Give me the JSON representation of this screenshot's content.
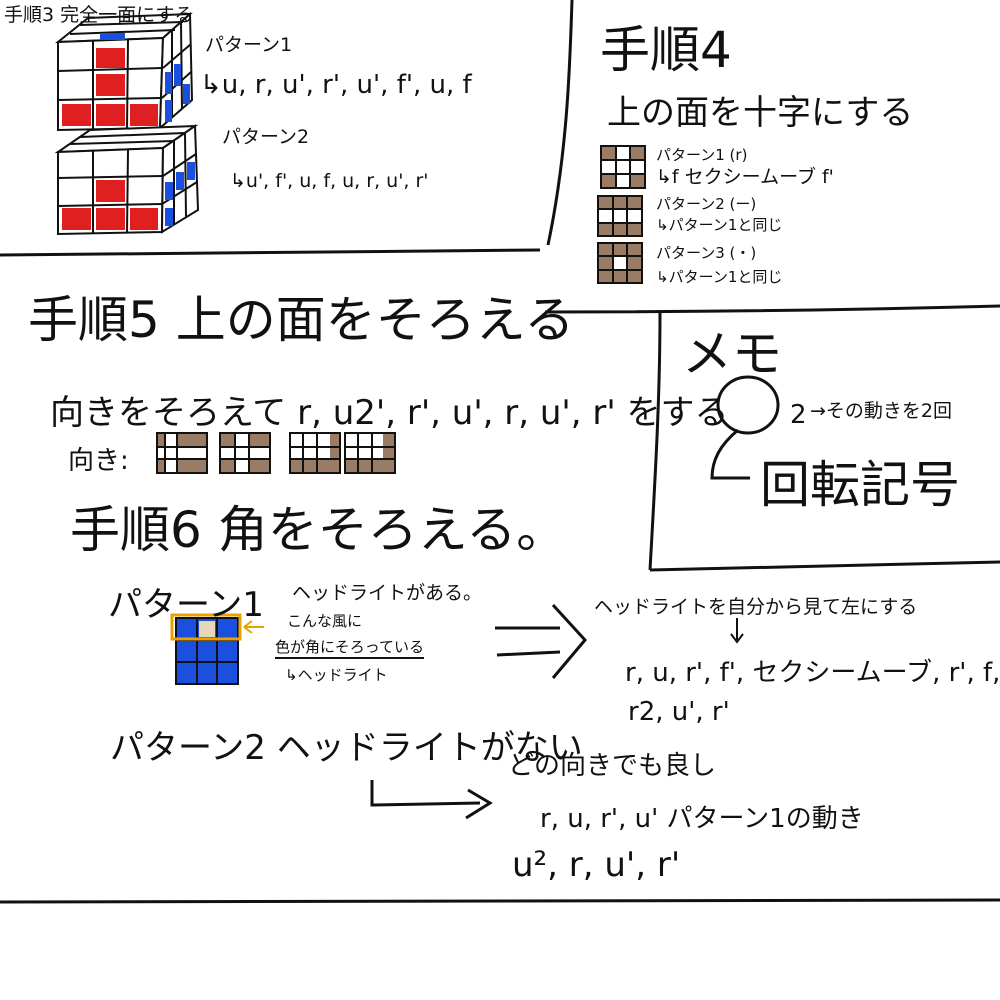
{
  "colors": {
    "ink": "#111111",
    "red": "#e02020",
    "blue": "#1a4fe0",
    "brown": "#9a7b66",
    "orange": "#e8a200",
    "paper": "#ffffff"
  },
  "step3": {
    "title": "手順3 完全一面にする",
    "pattern1_label": "パターン1",
    "pattern1_moves": "↳u, r, u', r', u', f', u, f",
    "pattern2_label": "パターン2",
    "pattern2_moves": "↳u', f', u, f, u, r, u', r'"
  },
  "step4": {
    "title": "手順4",
    "subtitle": "上の面を十字にする",
    "p1_label": "パターン1 (r)",
    "p1_moves": "↳f セクシームーブ f'",
    "p2_label": "パターン2 (ー)",
    "p2_moves": "↳パターン1と同じ",
    "p3_label": "パターン3 (・)",
    "p3_moves": "↳パターン1と同じ"
  },
  "step5": {
    "title": "手順5 上の面をそろえる",
    "instruction": "向きをそろえて r, u2', r', u', r, u', r' をする",
    "orientation_label": "向き:"
  },
  "memo": {
    "title": "メモ",
    "two_label": "2",
    "note": "→その動きを2回",
    "rotation": "回転記号"
  },
  "step6": {
    "title": "手順6 角をそろえる。",
    "pattern1_label": "パターン1",
    "headlight_exists": "ヘッドライトがある。",
    "callout_line1": "こんな風に",
    "callout_line2": "色が角にそろっている",
    "callout_line3": "↳ヘッドライト",
    "arrow": "⇒",
    "right_note": "ヘッドライトを自分から見て左にする",
    "right_moves": "r, u, r', f', セクシームーブ, r', f,",
    "right_moves2": "r2, u', r'",
    "pattern2_label": "パターン2 ヘッドライトがない",
    "any_orientation": "どの向きでも良し",
    "p2_moves": "r, u, r', u' パターン1の動き",
    "p2_moves2": "u², r, u', r'"
  }
}
